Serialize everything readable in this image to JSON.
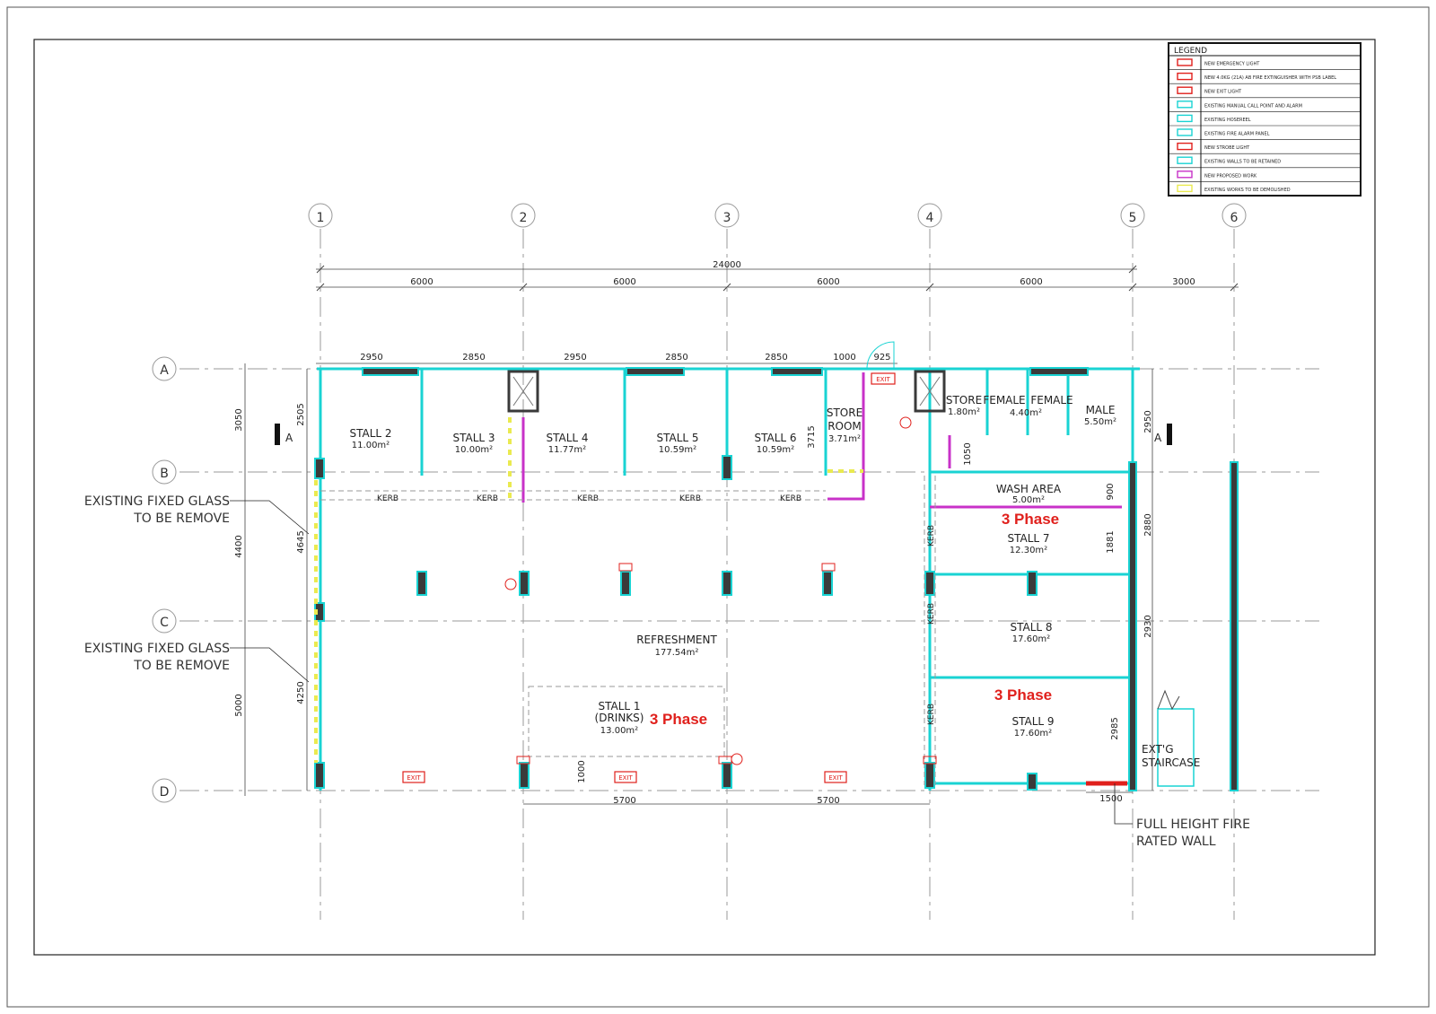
{
  "grid_columns": [
    "1",
    "2",
    "3",
    "4",
    "5",
    "6"
  ],
  "grid_rows": [
    "A",
    "B",
    "C",
    "D"
  ],
  "dimensions": {
    "overall": "24000",
    "bays": [
      "6000",
      "6000",
      "6000",
      "6000",
      "3000"
    ],
    "top_stalls": [
      "2950",
      "2850",
      "2950",
      "2850",
      "2850",
      "1000",
      "925"
    ],
    "left_rows": [
      "3050",
      "4400",
      "5000"
    ],
    "left_inner": [
      "2505",
      "4645",
      "4250"
    ],
    "bottom": [
      "5700",
      "5700"
    ],
    "stall1_depth": "1000",
    "storeroom": "3715",
    "store_depth": "1050",
    "right": [
      "2950",
      "2880",
      "2930",
      "2985"
    ],
    "wash": "900",
    "stall7": "1881",
    "fire_wall": "1500"
  },
  "rooms": {
    "stall2": {
      "name": "STALL 2",
      "area": "11.00m²"
    },
    "stall3": {
      "name": "STALL 3",
      "area": "10.00m²"
    },
    "stall4": {
      "name": "STALL 4",
      "area": "11.77m²"
    },
    "stall5": {
      "name": "STALL 5",
      "area": "10.59m²"
    },
    "stall6": {
      "name": "STALL 6",
      "area": "10.59m²"
    },
    "storeroom": {
      "name1": "STORE",
      "name2": "ROOM",
      "area": "3.71m²"
    },
    "store": {
      "name": "STORE",
      "area": "1.80m²"
    },
    "female1": {
      "name": "FEMALE",
      "area": "4.40m²"
    },
    "female2": {
      "name": "FEMALE"
    },
    "male": {
      "name": "MALE",
      "area": "5.50m²"
    },
    "wash": {
      "name": "WASH AREA",
      "area": "5.00m²"
    },
    "stall7": {
      "name": "STALL 7",
      "area": "12.30m²"
    },
    "stall8": {
      "name": "STALL 8",
      "area": "17.60m²"
    },
    "stall9": {
      "name": "STALL 9",
      "area": "17.60m²"
    },
    "refreshment": {
      "name": "REFRESHMENT",
      "area": "177.54m²"
    },
    "stall1": {
      "name": "STALL 1",
      "sub": "(DRINKS)",
      "area": "13.00m²"
    }
  },
  "labels": {
    "kerb": "KERB",
    "exit": "EXIT",
    "phase": "3 Phase",
    "section": "A",
    "staircase1": "EXT'G",
    "staircase2": "STAIRCASE",
    "glass1_l1": "EXISTING FIXED GLASS",
    "glass1_l2": "TO BE REMOVE",
    "glass2_l1": "EXISTING FIXED GLASS",
    "glass2_l2": "TO BE REMOVE",
    "firewall_l1": "FULL HEIGHT FIRE",
    "firewall_l2": "RATED WALL"
  },
  "legend": {
    "title": "LEGEND",
    "items": [
      {
        "label": "NEW EMERGENCY LIGHT",
        "icon": "emergency-light-icon",
        "color": "#e0201c"
      },
      {
        "label": "NEW 4.0KG (21A) AB FIRE EXTINGUISHER WITH PSB LABEL",
        "icon": "fire-extinguisher-icon",
        "color": "#e0201c"
      },
      {
        "label": "NEW EXIT LIGHT",
        "icon": "exit-light-icon",
        "color": "#e0201c"
      },
      {
        "label": "EXISTING MANUAL CALL POINT AND ALARM",
        "icon": "call-point-icon",
        "color": "#19d3d3"
      },
      {
        "label": "EXISTING HOSEREEL",
        "icon": "hosereel-icon",
        "color": "#19d3d3"
      },
      {
        "label": "EXISTING FIRE ALARM PANEL",
        "icon": "alarm-panel-icon",
        "color": "#19d3d3"
      },
      {
        "label": "NEW STROBE LIGHT",
        "icon": "strobe-light-icon",
        "color": "#e0201c"
      },
      {
        "label": "EXISTING WALLS TO BE RETAINED",
        "icon": "retained-wall-icon",
        "color": "#19d3d3"
      },
      {
        "label": "NEW PROPOSED WORK",
        "icon": "proposed-work-icon",
        "color": "#c832c8"
      },
      {
        "label": "EXISTING WORKS TO BE DEMOLISHED",
        "icon": "demolish-icon",
        "color": "#eaea50"
      }
    ]
  }
}
